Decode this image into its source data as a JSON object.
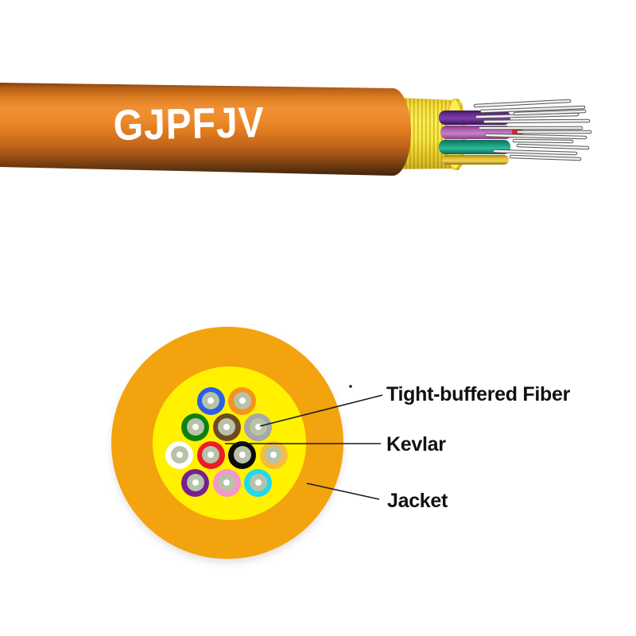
{
  "illustration": {
    "cable_model": "GJPFJV"
  },
  "callouts": {
    "tight_buffered_fiber": "Tight-buffered Fiber",
    "kevlar": "Kevlar",
    "jacket": "Jacket"
  },
  "colors": {
    "background": "#FFFFFF",
    "cable_jacket_orange": "#E07C20",
    "cable_kevlar_yellow": "#F4E337",
    "cross_section_jacket": "#F2A30D",
    "cross_section_kevlar": "#FFF100",
    "fiber_buffer_ring": "#B7C2A8",
    "fiber_core_dot": "#FFFFFF",
    "bare_fiber": "#F2F2F2",
    "leader_line": "#1C1C1C",
    "label_text": "#111111",
    "model_text": "#FFFFFF"
  },
  "cutaway": {
    "buffer_tube_colors": [
      {
        "name": "violet",
        "hex": "#6B2F96"
      },
      {
        "name": "magenta",
        "hex": "#B567B4"
      },
      {
        "name": "red",
        "hex": "#D82322"
      },
      {
        "name": "teal",
        "hex": "#1E9E82"
      },
      {
        "name": "yellow",
        "hex": "#D9B428"
      }
    ],
    "bare_fiber_count": 12
  },
  "cross_section": {
    "fiber_count": 12,
    "fiber_color_code": [
      {
        "name": "blue",
        "hex": "#2A5FE8"
      },
      {
        "name": "orange",
        "hex": "#F6921E"
      },
      {
        "name": "green",
        "hex": "#0E8010"
      },
      {
        "name": "brown",
        "hex": "#6F4A21"
      },
      {
        "name": "slate",
        "hex": "#A7A7A7"
      },
      {
        "name": "white",
        "hex": "#FFFFFF"
      },
      {
        "name": "red",
        "hex": "#EA1C25"
      },
      {
        "name": "black",
        "hex": "#0A0A0A"
      },
      {
        "name": "yellow",
        "hex": "#F2BE3B"
      },
      {
        "name": "violet",
        "hex": "#7A1F8F"
      },
      {
        "name": "rose",
        "hex": "#F794CE"
      },
      {
        "name": "aqua",
        "hex": "#20D8F0"
      }
    ],
    "fiber_rows": [
      [
        "blue",
        "orange"
      ],
      [
        "green",
        "brown",
        "slate"
      ],
      [
        "white",
        "red",
        "black",
        "yellow"
      ],
      [
        "violet",
        "rose",
        "aqua"
      ]
    ]
  }
}
